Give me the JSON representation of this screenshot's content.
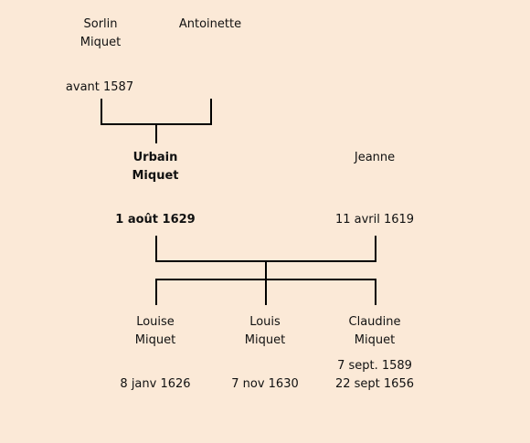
{
  "parents": {
    "father": {
      "given": "Sorlin",
      "surname": "Miquet",
      "date": "avant 1587"
    },
    "mother": {
      "given": "Antoinette"
    }
  },
  "person": {
    "given": "Urbain",
    "surname": "Miquet",
    "date": "1 août 1629"
  },
  "spouse": {
    "given": "Jeanne",
    "date": "11 avril 1619"
  },
  "children": [
    {
      "given": "Louise",
      "surname": "Miquet",
      "date": "8 janv 1626"
    },
    {
      "given": "Louis",
      "surname": "Miquet",
      "date": "7 nov 1630"
    },
    {
      "given": "Claudine",
      "surname": "Miquet",
      "birth": "7 sept. 1589",
      "date": "22 sept 1656"
    }
  ]
}
